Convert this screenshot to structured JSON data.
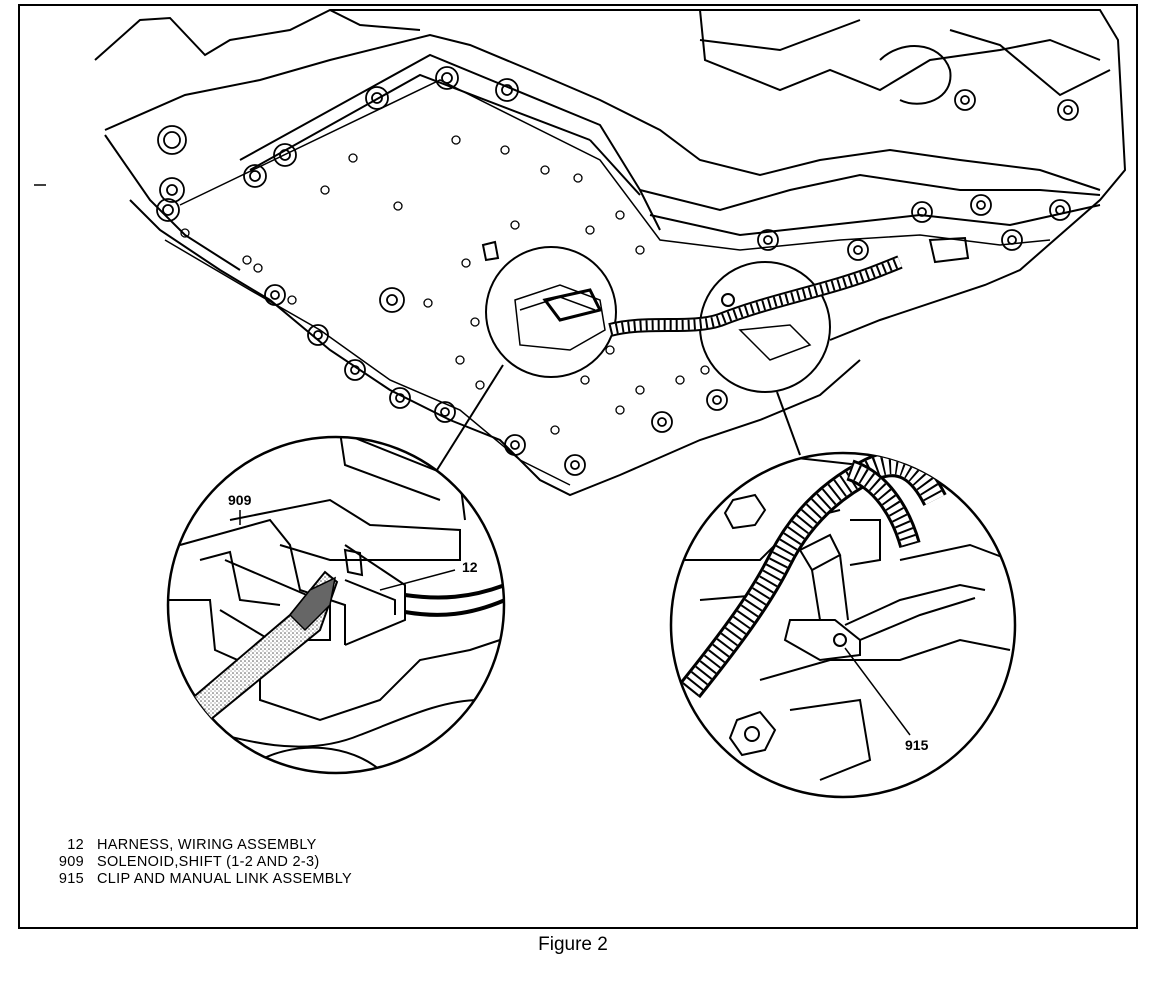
{
  "figure": {
    "caption": "Figure 2",
    "callouts": {
      "solenoid": "909",
      "harness": "12",
      "clip": "915"
    },
    "legend": [
      {
        "number": "12",
        "description": "HARNESS, WIRING ASSEMBLY"
      },
      {
        "number": "909",
        "description": "SOLENOID,SHIFT (1-2 AND 2-3)"
      },
      {
        "number": "915",
        "description": "CLIP AND MANUAL LINK ASSEMBLY"
      }
    ]
  },
  "colors": {
    "ink": "#000000",
    "paper": "#ffffff",
    "shade": "#888888"
  },
  "icons": [
    "screwdriver-icon",
    "bolt-icon",
    "wiring-harness-icon"
  ]
}
